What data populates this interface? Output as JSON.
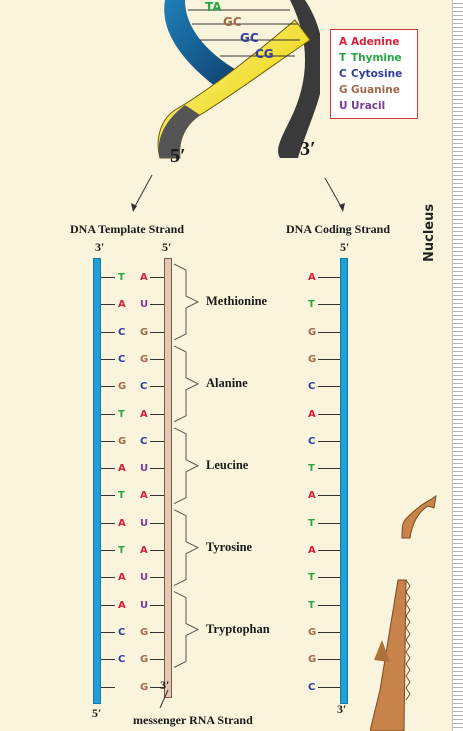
{
  "helix": {
    "pairs": [
      "TA",
      "GC",
      "GC",
      "CG"
    ],
    "end_left": "5′",
    "end_right": "3′"
  },
  "legend": [
    {
      "sym": "A",
      "name": "Adenine",
      "color": "#d81f3a"
    },
    {
      "sym": "T",
      "name": "Thymine",
      "color": "#27a845"
    },
    {
      "sym": "C",
      "name": "Cytosine",
      "color": "#2f3da3"
    },
    {
      "sym": "G",
      "name": "Guanine",
      "color": "#a06a4b"
    },
    {
      "sym": "U",
      "name": "Uracil",
      "color": "#7a3b9c"
    }
  ],
  "template": {
    "title": "DNA Template Strand",
    "top_left": "3′",
    "top_right": "5′",
    "bottom_left": "5′",
    "rna_bottom": "3′",
    "rows": [
      {
        "dna": "T",
        "rna": "A"
      },
      {
        "dna": "A",
        "rna": "U"
      },
      {
        "dna": "C",
        "rna": "G"
      },
      {
        "dna": "C",
        "rna": "G"
      },
      {
        "dna": "G",
        "rna": "C"
      },
      {
        "dna": "T",
        "rna": "A"
      },
      {
        "dna": "G",
        "rna": "C"
      },
      {
        "dna": "A",
        "rna": "U"
      },
      {
        "dna": "T",
        "rna": "A"
      },
      {
        "dna": "A",
        "rna": "U"
      },
      {
        "dna": "T",
        "rna": "A"
      },
      {
        "dna": "A",
        "rna": "U"
      },
      {
        "dna": "A",
        "rna": "U"
      },
      {
        "dna": "C",
        "rna": "G"
      },
      {
        "dna": "C",
        "rna": "G"
      },
      {
        "dna": "",
        "rna": "G"
      }
    ]
  },
  "rna_label": "messenger RNA Strand",
  "amino_acids": [
    "Methionine",
    "Alanine",
    "Leucine",
    "Tyrosine",
    "Tryptophan"
  ],
  "coding": {
    "title": "DNA Coding Strand",
    "top": "5′",
    "bottom": "3′",
    "bases": [
      "A",
      "T",
      "G",
      "G",
      "C",
      "A",
      "C",
      "T",
      "A",
      "T",
      "A",
      "T",
      "T",
      "G",
      "G",
      "C"
    ]
  },
  "nucleus_label": "Nucleus"
}
